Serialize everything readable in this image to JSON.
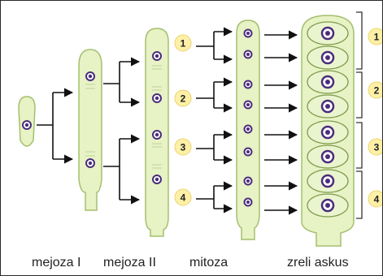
{
  "colors": {
    "cell_fill": "#e7f2c5",
    "cell_stroke": "#a5bf6e",
    "nucleus_outer": "#ffffff",
    "nucleus_inner": "#4b2d7c",
    "chromatin": "#c9d9a3",
    "badge_fill": "#fff0a8",
    "badge_stroke": "#ead56b",
    "arrow": "#111111",
    "bracket": "#333333"
  },
  "pair_badges": [
    "1",
    "2",
    "3",
    "4"
  ],
  "ascus_brackets": [
    "1",
    "2",
    "3",
    "4"
  ],
  "stage_labels": {
    "meiosis_1": "mejoza I",
    "meiosis_2": "mejoza II",
    "mitosis": "mitoza",
    "mature_ascus": "zreli askus"
  }
}
